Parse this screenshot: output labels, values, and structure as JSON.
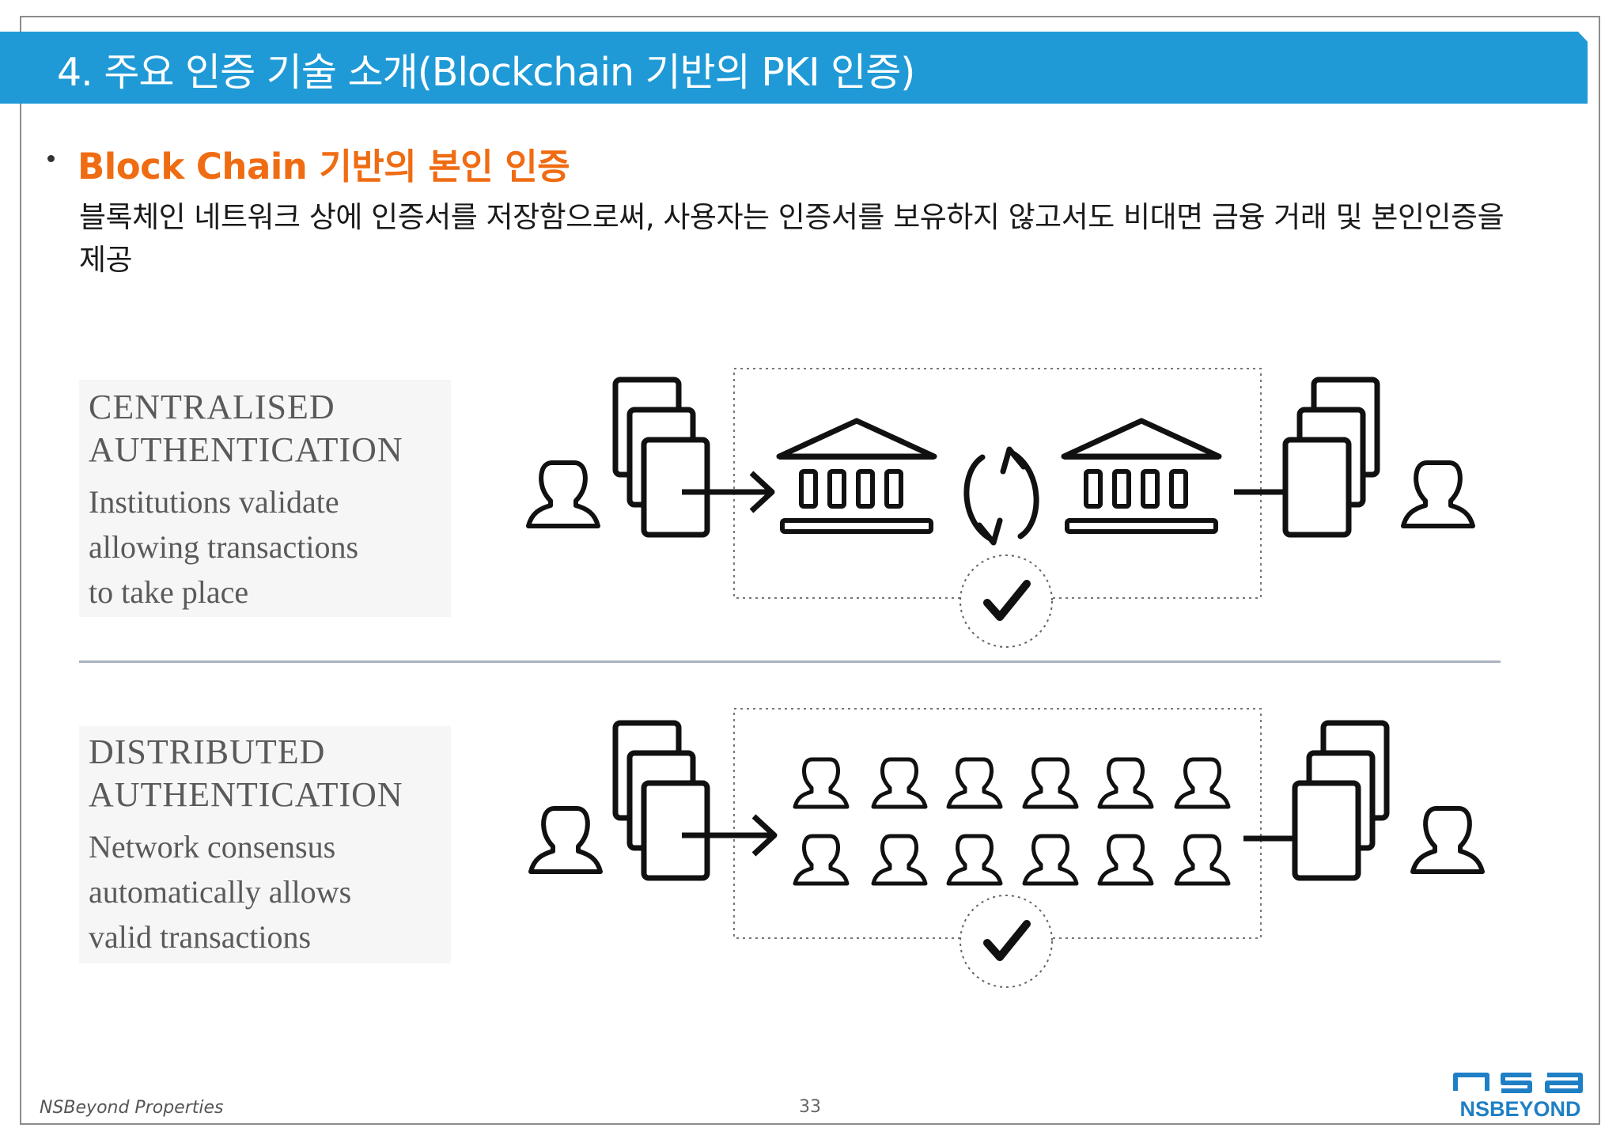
{
  "slide": {
    "title": "4. 주요 인증 기술 소개(Blockchain 기반의 PKI 인증)",
    "heading": "Block Chain 기반의 본인 인증",
    "description": "블록체인 네트워크 상에 인증서를 저장함으로써, 사용자는 인증서를 보유하지 않고서도 비대면 금융 거래 및 본인인증을 제공"
  },
  "diagram": {
    "centralised": {
      "caption_line1": "CENTRALISED",
      "caption_line2": "AUTHENTICATION",
      "sub_line1": "Institutions validate",
      "sub_line2": "allowing transactions",
      "sub_line3": "to take place"
    },
    "distributed": {
      "caption_line1": "DISTRIBUTED",
      "caption_line2": "AUTHENTICATION",
      "sub_line1": "Network consensus",
      "sub_line2": "automatically allows",
      "sub_line3": "valid transactions"
    }
  },
  "footer": {
    "company": "NSBeyond Properties",
    "page_number": "33",
    "logo_text": "NSBEYOND"
  },
  "colors": {
    "title_bar": "#1f9ad6",
    "heading": "#ef6c13",
    "logo": "#1f7fc4"
  },
  "icons": [
    "person-icon",
    "document-stack-icon",
    "arrow-right-icon",
    "bank-icon",
    "refresh-cycle-icon",
    "checkmark-icon"
  ]
}
